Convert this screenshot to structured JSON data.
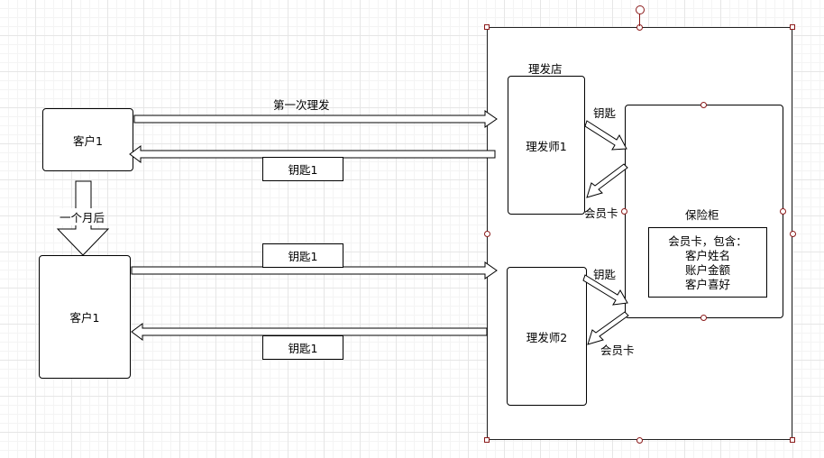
{
  "shop": {
    "title": "理发店"
  },
  "customers": {
    "top": "客户1",
    "bottom": "客户1"
  },
  "barbers": {
    "one": "理发师1",
    "two": "理发师2"
  },
  "safe": {
    "title": "保险柜",
    "card_lines": [
      "会员卡，包含：",
      "客户姓名",
      "账户金额",
      "客户喜好"
    ]
  },
  "labels": {
    "first_haircut": "第一次理发",
    "one_month_later": "一个月后",
    "key_top": "钥匙1",
    "key_mid": "钥匙1",
    "key_bottom": "钥匙1",
    "key_to_safe_1": "钥匙",
    "card_from_safe_1": "会员卡",
    "key_to_safe_2": "钥匙",
    "card_from_safe_2": "会员卡"
  },
  "colors": {
    "selection": "#8b1a1a",
    "stroke": "#000000"
  }
}
